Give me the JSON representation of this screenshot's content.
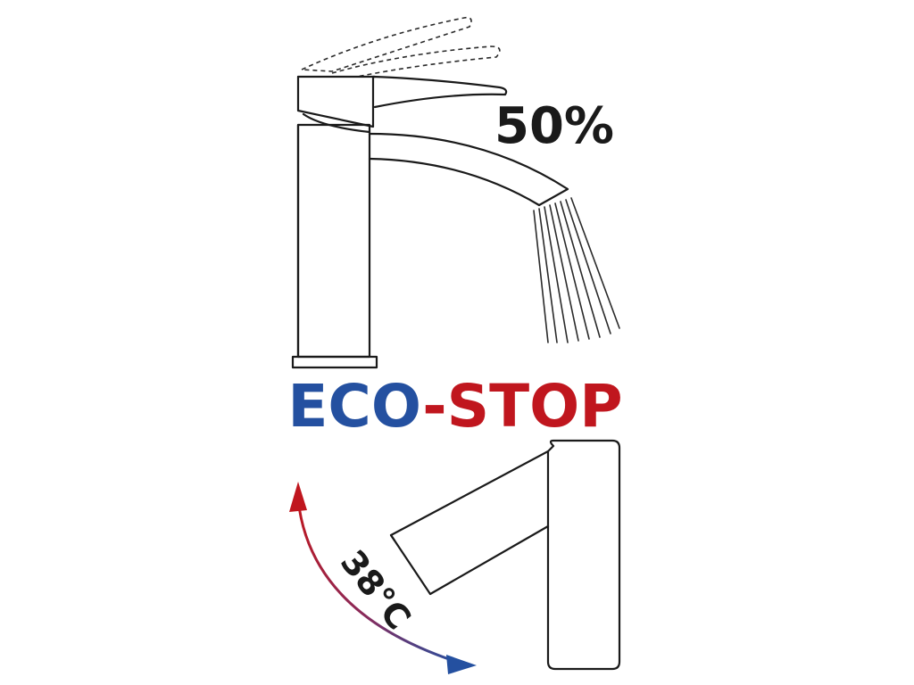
{
  "flow_label": "50%",
  "brand": {
    "eco": "ECO",
    "hyphen": "-",
    "stop": "STOP"
  },
  "temperature_label": "38°C",
  "colors": {
    "cold": "#2450a0",
    "hot": "#c0161e",
    "line": "#1a1a1a"
  }
}
